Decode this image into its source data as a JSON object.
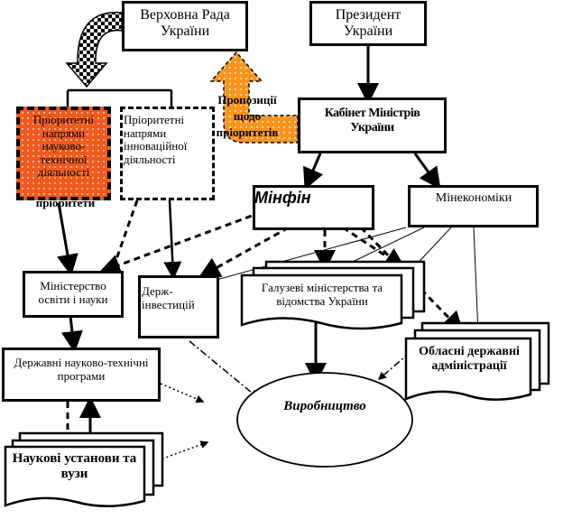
{
  "diagram": {
    "nodes": {
      "verkhovna_rada": "Верховна Рада України",
      "president": "Президент України",
      "kabmin": "Кабінет Міністрів України",
      "priority_sci_tech": "Пріоритетні напрями науково-технічної діяльності",
      "priority_sci_tech_suffix": "пріоритети",
      "priority_innovation": "Пріоритетні напрями інноваційної діяльності",
      "proposals": "Пропозиції щодо пріоритетів",
      "minfin": "Мінфін",
      "mineconomy": "Мінекономіки",
      "min_education": "Міністерство освіти і науки",
      "derzhinvest": "Держ-інвестицій",
      "sector_ministries": "Галузеві міністерства та відомства України",
      "regional_admin": "Обласні державні адміністрації",
      "state_programs": "Державні науково-технічні програми",
      "scientific_institutions": "Наукові установи та вузи",
      "production": "Виробництво"
    },
    "colors": {
      "orange": "#f7941d",
      "red_orange": "#ef5a1f",
      "line": "#000000"
    }
  }
}
